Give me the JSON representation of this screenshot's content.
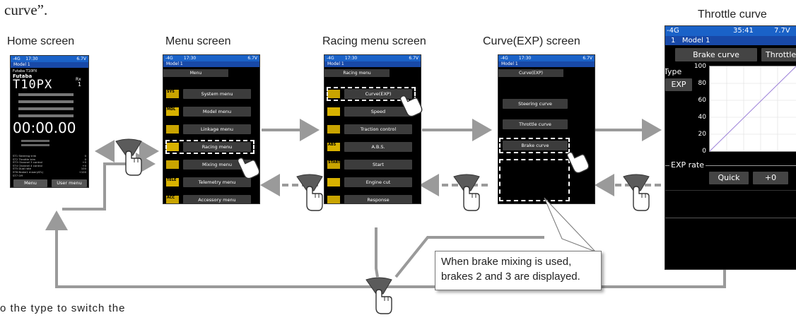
{
  "top_text": "curve”.",
  "bottom_text": "o the type to switch the",
  "callout_text": [
    "When brake mixing is used,",
    "brakes 2 and 3 are displayed."
  ],
  "colors": {
    "accent": "#1a62c8",
    "arrow": "#9a9a9a",
    "phone_bg": "#000000",
    "button": "#3c3c3c",
    "icon": "#c9a400"
  },
  "screens": {
    "home": {
      "title": "Home screen",
      "status_left": "-4G",
      "status_mid": "17:30",
      "status_right": "6.7V",
      "model": "Model 1",
      "brand_small": "Futaba T10PX",
      "brand_big": "Futaba",
      "logo": "T10PX",
      "rx": "Rx",
      "rx_num": "1",
      "timer": "00:00.00",
      "rows": [
        "ST1 Steering trim",
        "ST2 Throttle trim",
        "ST3 Channel 3 control",
        "ST4 Channel 4 control",
        "ST5 Dual rate",
        "ST6 Brake1 mixer(ATL)",
        "ST7 Off"
      ],
      "row_vals": [
        "0",
        "0",
        "+0",
        "+0",
        "100",
        "+100",
        ""
      ],
      "bottom_left": "Menu",
      "bottom_right": "User menu"
    },
    "menu": {
      "title": "Menu screen",
      "status_left": "-4G",
      "status_mid": "17:30",
      "status_right": "6.7V",
      "model": "Model 1",
      "header": "Menu",
      "items": [
        "System menu",
        "Model menu",
        "Linkage menu",
        "Racing menu",
        "Mixing menu",
        "Telemetry menu",
        "Accessory menu"
      ],
      "icon_labels": [
        "SYS",
        "MDL",
        "",
        "",
        "",
        "TELE",
        "ACC"
      ]
    },
    "racing": {
      "title": "Racing menu screen",
      "status_left": "-4G",
      "status_mid": "17:30",
      "status_right": "6.7V",
      "model": "Model 1",
      "header": "Racing menu",
      "items": [
        "Curve(EXP)",
        "Speed",
        "Traction control",
        "A.B.S.",
        "Start",
        "Engine cut",
        "Response"
      ],
      "icon_labels": [
        "",
        "",
        "",
        "ABS",
        "START",
        "",
        ""
      ]
    },
    "curve": {
      "title": "Curve(EXP) screen",
      "status_left": "-4G",
      "status_mid": "17:30",
      "status_right": "6.7V",
      "model": "Model 1",
      "header": "Curve(EXP)",
      "items": [
        "Steering curve",
        "Throttle curve",
        "Brake curve"
      ]
    },
    "throttle": {
      "title": "Throttle curve",
      "status_left": "-4G",
      "status_mid": "35:41",
      "status_right": "7.7V",
      "model": "Model 1",
      "tab_brake": "Brake curve",
      "tab_throttle": "Throttle",
      "type_label": "Type",
      "type_value": "EXP",
      "axis_ticks": [
        "100",
        "80",
        "60",
        "40",
        "20",
        "0"
      ],
      "exp_rate_label": "EXP rate",
      "quick_label": "Quick",
      "rate_value": "+0"
    }
  }
}
